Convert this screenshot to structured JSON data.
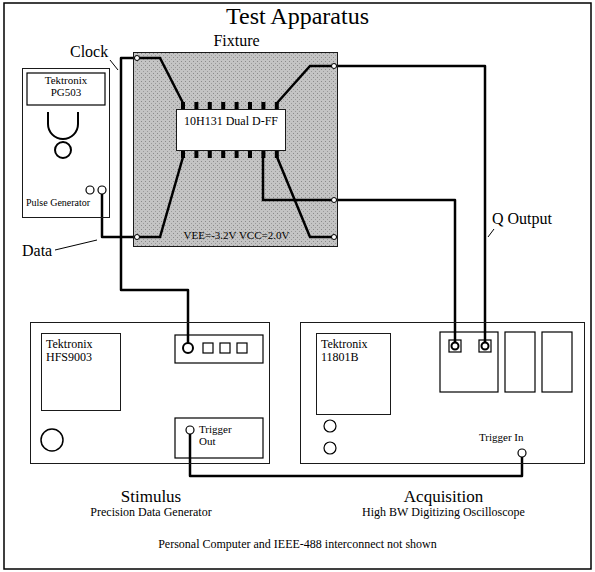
{
  "diagram": {
    "title": "Test Apparatus",
    "nodes": [
      {
        "text": [
          "Tektronix PG503",
          "Pulse Generator"
        ]
      },
      {
        "text": [
          "Fixture",
          "VEE=-3.2V VCC=2.0V"
        ]
      },
      {
        "text": [
          "10H131 Dual D-FF"
        ],
        "in": 1
      },
      {
        "text": [
          "Trigger Out",
          "Stimulus",
          "Precision Data Generator"
        ]
      },
      {
        "text": [
          "Tektronix HFS9003"
        ],
        "in": 3
      },
      {
        "text": [
          "Trigger In",
          "Acquisition",
          "High BW Digitizing Oscilloscope"
        ]
      },
      {
        "text": [
          "Tektronix 11801B"
        ],
        "in": 5
      }
    ],
    "edges": [
      {
        "from": 0,
        "to": 1,
        "arrow": "none"
      },
      {
        "from": 3,
        "to": 1,
        "arrow": "none"
      },
      {
        "from": 1,
        "to": 5,
        "arrow": "none"
      },
      {
        "from": 1,
        "to": 5,
        "arrow": "none"
      },
      {
        "from": 3,
        "to": 5,
        "arrow": "none"
      }
    ],
    "labels": [
      "Clock",
      "Data",
      "Q Output",
      "Personal Computer and IEEE-488 interconnect not shown"
    ]
  }
}
